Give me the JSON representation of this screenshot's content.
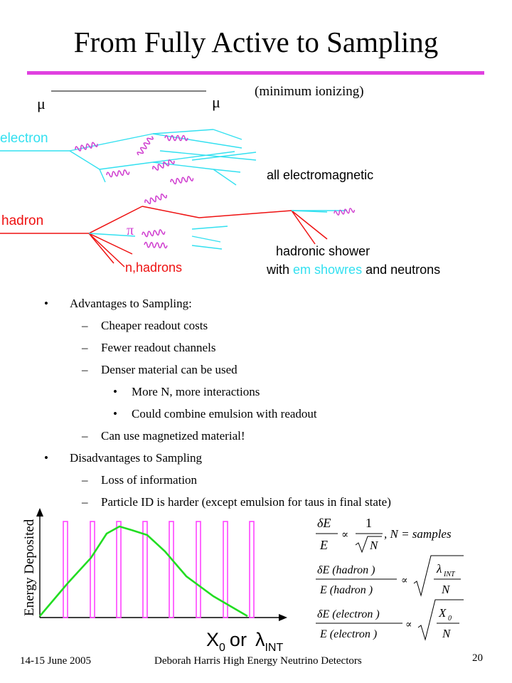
{
  "title": "From Fully Active to Sampling",
  "diagram": {
    "mu_left": "μ",
    "mu_right": "μ",
    "minimum_ionizing": "(minimum ionizing)",
    "electron": "electron",
    "all_em": "all electromagnetic",
    "hadron": "hadron",
    "pi": "π",
    "n_hadrons": "n,hadrons",
    "hadronic_shower": "hadronic shower",
    "with": "with",
    "em_showres": "em showres",
    "and_neutrons": "and neutrons"
  },
  "bullets": {
    "advantages": "Advantages to Sampling:",
    "cheaper": "Cheaper readout costs",
    "fewer": "Fewer readout channels",
    "denser": "Denser material can be used",
    "more_n": "More N, more interactions",
    "could_combine": "Could combine emulsion with readout",
    "magnetized": "Can use magnetized material!",
    "disadvantages": "Disadvantages to Sampling",
    "loss": "Loss of information",
    "particle_id": "Particle ID is harder (except emulsion for taus in final state)"
  },
  "graph": {
    "ylabel": "Energy Deposited",
    "xlabel_x": "X",
    "xlabel_x_sub": "0",
    "xlabel_or": "or",
    "xlabel_lambda": "λ",
    "xlabel_lambda_sub": "INT"
  },
  "formulas": {
    "f1_num": "δE",
    "f1_den": "E",
    "f1_prop": "∝",
    "f1_one": "1",
    "f1_n": "N",
    "f1_tail": ", N = samples",
    "f2_num": "δE (hadron )",
    "f2_den": "E (hadron )",
    "f2_prop": "∝",
    "f2_lam": "λ",
    "f2_lam_sub": "INT",
    "f2_n": "N",
    "f3_num": "δE (electron )",
    "f3_den": "E (electron )",
    "f3_prop": "∝",
    "f3_x": "X",
    "f3_x_sub": "0",
    "f3_n": "N"
  },
  "footer": {
    "date": "14-15 June 2005",
    "author": "Deborah Harris  High Energy Neutrino Detectors",
    "page": "20"
  },
  "colors": {
    "title_rule": "#e040e0",
    "track_cyan": "#33e0f0",
    "em_wave": "#d040d0",
    "hadron_red": "#ee1111",
    "graph_curve": "#22dd22",
    "graph_bars": "#ff44ff"
  }
}
